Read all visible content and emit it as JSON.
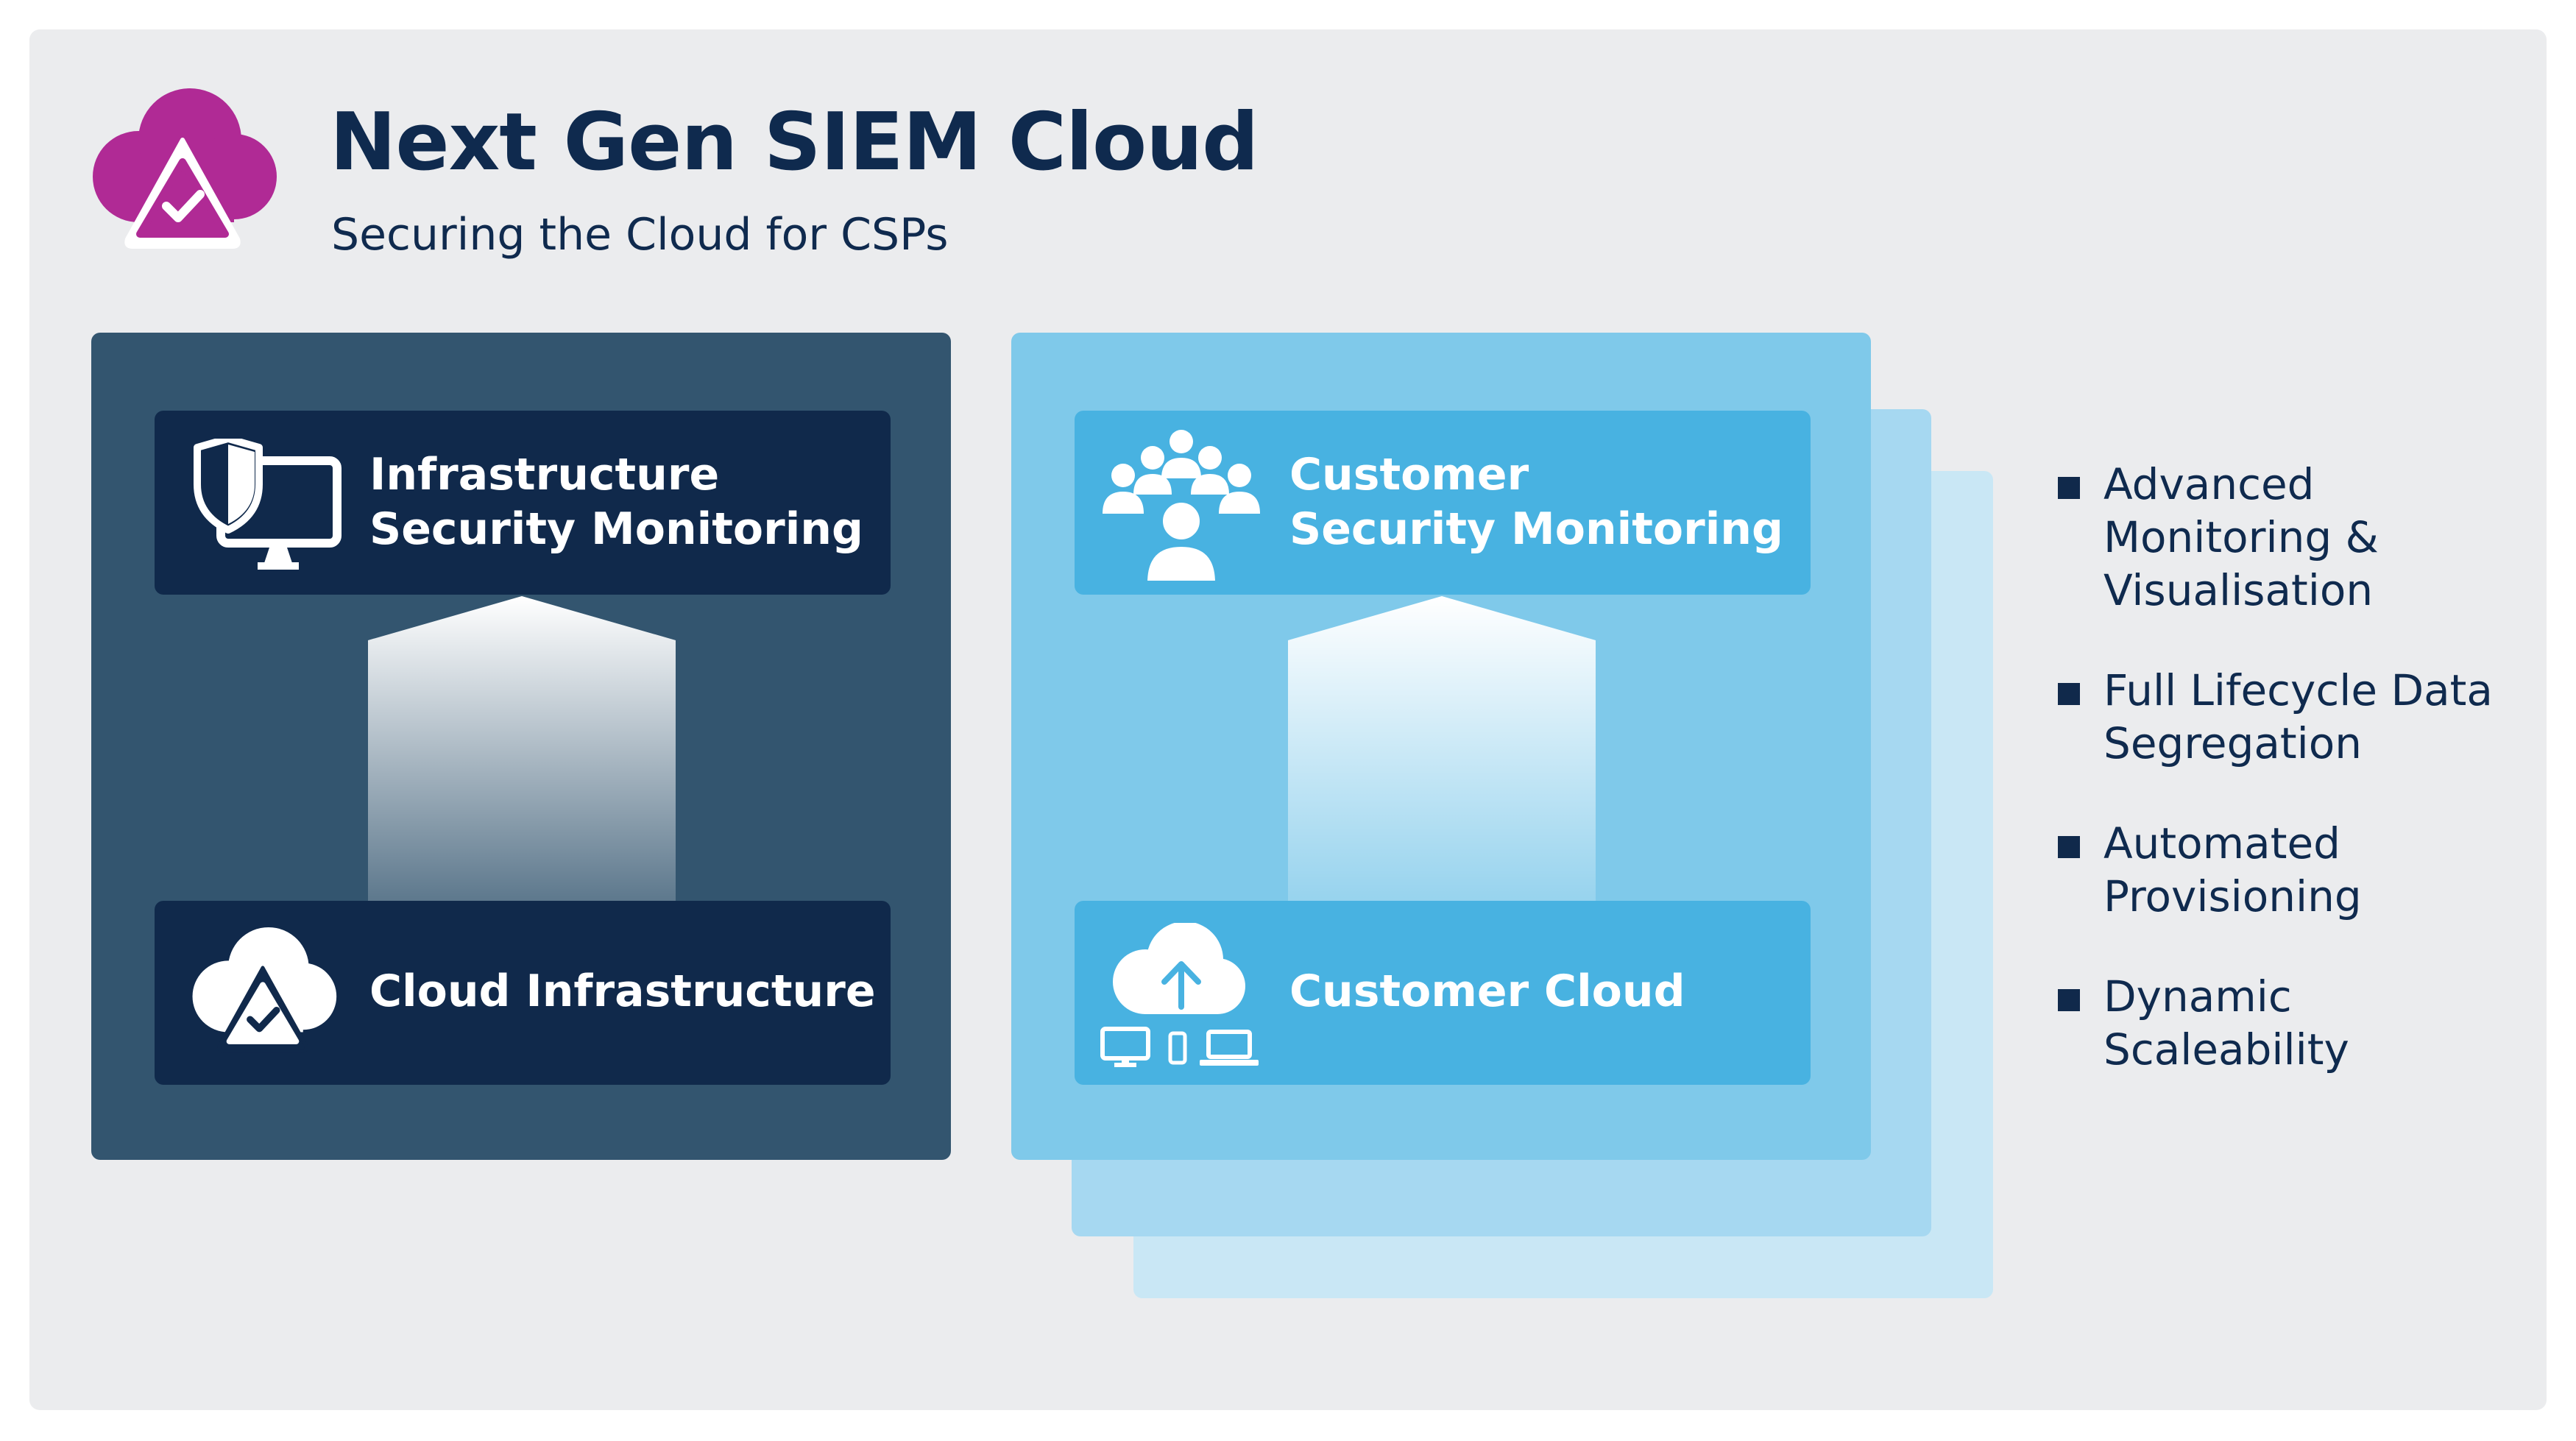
{
  "header": {
    "title": "Next Gen SIEM Cloud",
    "subtitle": "Securing the Cloud for CSPs",
    "logo_icon": "cloud-alert-check-icon"
  },
  "colors": {
    "brand_magenta": "#b02a95",
    "navy": "#10294b",
    "slate": "#33556f",
    "sky": "#48b2e1",
    "sky_light": "#7fc9ea"
  },
  "left_column": {
    "top_card": {
      "icon": "shield-monitor-icon",
      "title_line1": "Infrastructure",
      "title_line2": "Security Monitoring"
    },
    "bottom_card": {
      "icon": "cloud-alert-check-icon",
      "title": "Cloud Infrastructure"
    }
  },
  "right_column": {
    "top_card": {
      "icon": "user-group-icon",
      "title_line1": "Customer",
      "title_line2": "Security Monitoring"
    },
    "bottom_card": {
      "icon": "cloud-upload-devices-icon",
      "title": "Customer Cloud"
    }
  },
  "features": [
    {
      "lines": [
        "Advanced",
        "Monitoring &",
        "Visualisation"
      ]
    },
    {
      "lines": [
        "Full Lifecycle Data",
        "Segregation"
      ]
    },
    {
      "lines": [
        "Automated",
        "Provisioning"
      ]
    },
    {
      "lines": [
        "Dynamic",
        "Scaleability"
      ]
    }
  ]
}
